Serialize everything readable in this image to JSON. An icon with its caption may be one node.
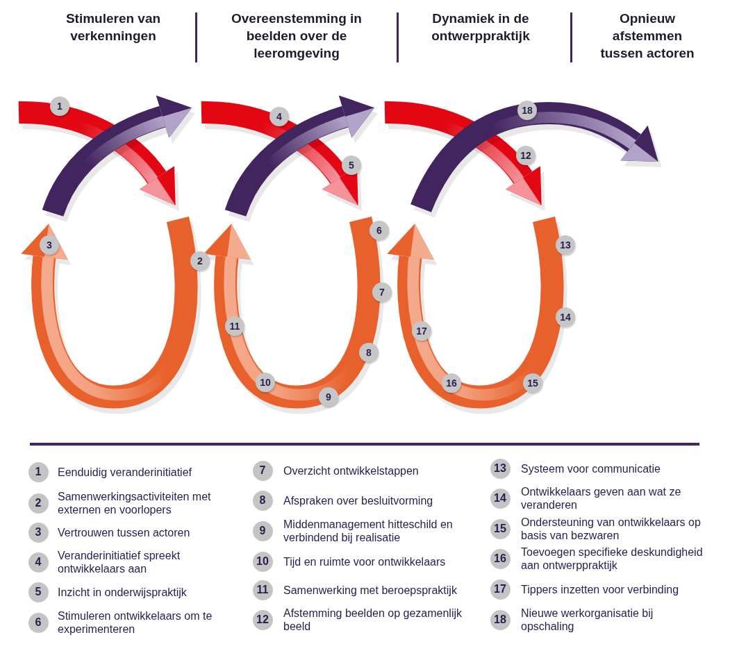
{
  "diagram": {
    "nodes": [
      {
        "text": [
          "1"
        ]
      },
      {
        "text": [
          "2"
        ]
      },
      {
        "text": [
          "3"
        ]
      },
      {
        "text": [
          "4"
        ]
      },
      {
        "text": [
          "5"
        ]
      },
      {
        "text": [
          "6"
        ]
      },
      {
        "text": [
          "7"
        ]
      },
      {
        "text": [
          "8"
        ]
      },
      {
        "text": [
          "9"
        ]
      },
      {
        "text": [
          "10"
        ]
      },
      {
        "text": [
          "11"
        ]
      },
      {
        "text": [
          "12"
        ]
      },
      {
        "text": [
          "13"
        ]
      },
      {
        "text": [
          "14"
        ]
      },
      {
        "text": [
          "15"
        ]
      },
      {
        "text": [
          "16"
        ]
      },
      {
        "text": [
          "17"
        ]
      },
      {
        "text": [
          "18"
        ]
      },
      {
        "text": [
          "1"
        ],
        "beside": [
          "Eenduidig veranderinitiatief"
        ]
      },
      {
        "text": [
          "2"
        ],
        "beside": [
          "Samenwerkingsactiviteiten met externen en voorlopers"
        ]
      },
      {
        "text": [
          "3"
        ],
        "beside": [
          "Vertrouwen tussen actoren"
        ]
      },
      {
        "text": [
          "4"
        ],
        "beside": [
          "Veranderinitiatief spreekt ontwikkelaars aan"
        ]
      },
      {
        "text": [
          "5"
        ],
        "beside": [
          "Inzicht in onderwijspraktijk"
        ]
      },
      {
        "text": [
          "6"
        ],
        "beside": [
          "Stimuleren ontwikkelaars om te experimenteren"
        ]
      },
      {
        "text": [
          "7"
        ],
        "beside": [
          "Overzicht ontwikkelstappen"
        ]
      },
      {
        "text": [
          "8"
        ],
        "beside": [
          "Afspraken over besluitvorming"
        ]
      },
      {
        "text": [
          "9"
        ],
        "beside": [
          "Middenmanagement hitteschild en verbindend bij realisatie"
        ]
      },
      {
        "text": [
          "10"
        ],
        "beside": [
          "Tijd en ruimte voor ontwikkelaars"
        ]
      },
      {
        "text": [
          "11"
        ],
        "beside": [
          "Samenwerking met beroepspraktijk"
        ]
      },
      {
        "text": [
          "12"
        ],
        "beside": [
          "Afstemming beelden op gezamenlijk beeld"
        ]
      },
      {
        "text": [
          "13"
        ],
        "beside": [
          "Systeem voor communicatie"
        ]
      },
      {
        "text": [
          "14"
        ],
        "beside": [
          "Ontwikkelaars geven aan wat ze veranderen"
        ]
      },
      {
        "text": [
          "15"
        ],
        "beside": [
          "Ondersteuning van ontwikkelaars op basis van bezwaren"
        ]
      },
      {
        "text": [
          "16"
        ],
        "beside": [
          "Toevoegen specifieke deskundigheid aan ontwerppraktijk"
        ]
      },
      {
        "text": [
          "17"
        ],
        "beside": [
          "Tippers inzetten voor verbinding"
        ]
      },
      {
        "text": [
          "18"
        ],
        "beside": [
          "Nieuwe werkorganisatie bij opschaling"
        ]
      }
    ],
    "labels": [
      "Stimuleren van verkenningen",
      "Overeenstemming in beelden over de leeromgeving",
      "Dynamiek in de ontwerppraktijk",
      "Opnieuw afstemmen tussen actoren"
    ]
  }
}
